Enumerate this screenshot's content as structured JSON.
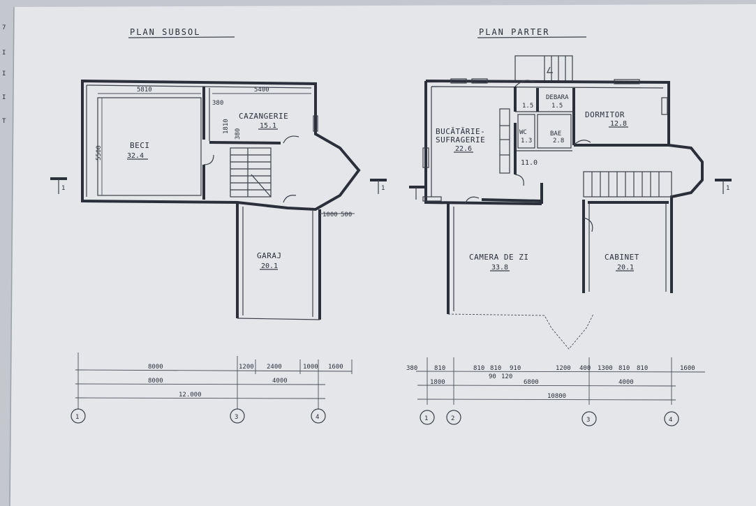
{
  "basement": {
    "title": "PLAN SUBSOL",
    "rooms": {
      "beci": {
        "name": "BECI",
        "area": "32.4"
      },
      "cazangerie": {
        "name": "CAZANGERIE",
        "area": "15.1"
      },
      "garaj": {
        "name": "GARAJ",
        "area": "20.1"
      }
    },
    "dims": {
      "beci_width": "5810",
      "cazangerie_width": "5400",
      "beci_height": "5500",
      "d380": "380",
      "d1810": "1810",
      "d380b": "380",
      "d1000": "1000",
      "d500": "500"
    },
    "dimrow1": [
      "8000",
      "1200",
      "2400",
      "1000",
      "1600"
    ],
    "dimrow2": [
      "8000",
      "4000"
    ],
    "dimrow3": [
      "12.000"
    ],
    "axes": [
      "1",
      "3",
      "4"
    ],
    "section_marks": [
      "1",
      "1"
    ]
  },
  "ground": {
    "title": "PLAN PARTER",
    "rooms": {
      "bucatarie": {
        "name1": "BUCĂTĂRIE-",
        "name2": "SUFRAGERIE",
        "area": "22.6"
      },
      "debara": {
        "name": "DEBARA",
        "area": "1.5"
      },
      "hall_small": {
        "area": "1.5"
      },
      "dormitor": {
        "name": "DORMITOR",
        "area": "12.8"
      },
      "wc": {
        "name": "WC",
        "area": "1.3"
      },
      "bae": {
        "name": "BAE",
        "area": "2.8"
      },
      "hall": {
        "area": "11.0"
      },
      "camera": {
        "name": "CAMERA DE ZI",
        "area": "33.8"
      },
      "cabinet": {
        "name": "CABINET",
        "area": "20.1"
      }
    },
    "dimrow1": [
      "380",
      "810",
      "810",
      "810",
      "90",
      "120",
      "910",
      "1200",
      "400",
      "1300",
      "810",
      "810",
      "1600"
    ],
    "dimrow2": [
      "1800",
      "6800",
      "4000"
    ],
    "dimrow3": [
      "10800"
    ],
    "axes": [
      "1",
      "2",
      "3",
      "4"
    ],
    "section_marks": [
      "1",
      "1"
    ]
  },
  "margin_marks": [
    "7",
    "I",
    "I",
    "I",
    "T"
  ]
}
